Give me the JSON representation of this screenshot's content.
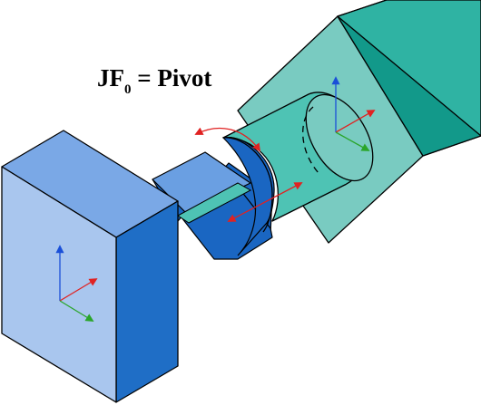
{
  "diagram": {
    "title": {
      "prefix": "JF",
      "subscript": "0",
      "suffix": " = Pivot"
    },
    "colors": {
      "left_block_front": "#a9c6ee",
      "left_block_top": "#7aa8e6",
      "left_block_side": "#1f6ec6",
      "right_block_front": "#79cbc1",
      "right_block_top": "#2fb3a3",
      "right_block_side": "#12998a",
      "shaft_light": "#6a9fe2",
      "shaft_dark": "#1a66c2",
      "joint_cylinder": "#4ec3b4",
      "outline": "#000000",
      "axis_x": "#e02222",
      "axis_y": "#2aa52a",
      "axis_z": "#1a4fd8",
      "rotation_arrow": "#e02222"
    },
    "frames": [
      {
        "name": "base-frame",
        "icon": "coordinate-frame"
      },
      {
        "name": "end-frame",
        "icon": "coordinate-frame"
      }
    ],
    "motion": [
      {
        "name": "rotation-arrow",
        "icon": "curved-double-arrow"
      },
      {
        "name": "axial-arrow",
        "icon": "straight-double-arrow"
      }
    ]
  }
}
